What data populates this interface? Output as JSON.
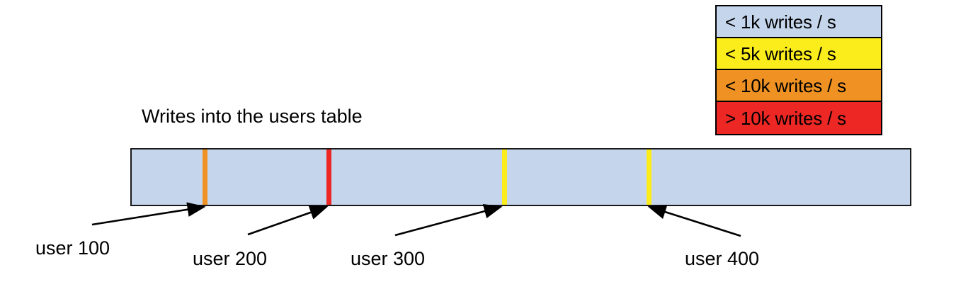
{
  "chart_data": {
    "type": "bar",
    "title": "Writes into the users table",
    "orientation": "horizontal-band",
    "description": "A single horizontal band representing the users table key range, colored by write rate, with vertical stripes marking shard/user boundaries.",
    "band": {
      "base_color": "#c5d5ec",
      "base_legend": "< 1k writes / s",
      "border_color": "#1a1a1a"
    },
    "markers": [
      {
        "label": "user 100",
        "color": "#ef9223",
        "legend": "< 10k writes / s",
        "position_pct": 9.6
      },
      {
        "label": "user 200",
        "color": "#ec2724",
        "legend": "> 10k writes / s",
        "position_pct": 25.2
      },
      {
        "label": "user 300",
        "color": "#fbed1b",
        "legend": "< 5k writes / s",
        "position_pct": 47.6
      },
      {
        "label": "user 400",
        "color": "#fbed1b",
        "legend": "< 5k writes / s",
        "position_pct": 66.2
      }
    ],
    "legend_position": "top-right",
    "grid": false,
    "xlabel": "",
    "ylabel": ""
  },
  "legend": {
    "title": "",
    "items": [
      {
        "label": "< 1k writes / s",
        "color": "#c5d5ec"
      },
      {
        "label": "< 5k writes / s",
        "color": "#fbed1b"
      },
      {
        "label": "< 10k writes / s",
        "color": "#ef9223"
      },
      {
        "label": "> 10k writes / s",
        "color": "#ec2724"
      }
    ]
  },
  "chart": {
    "title": "Writes into the users table"
  },
  "callouts": [
    {
      "label": "user 100"
    },
    {
      "label": "user 200"
    },
    {
      "label": "user 300"
    },
    {
      "label": "user 400"
    }
  ]
}
